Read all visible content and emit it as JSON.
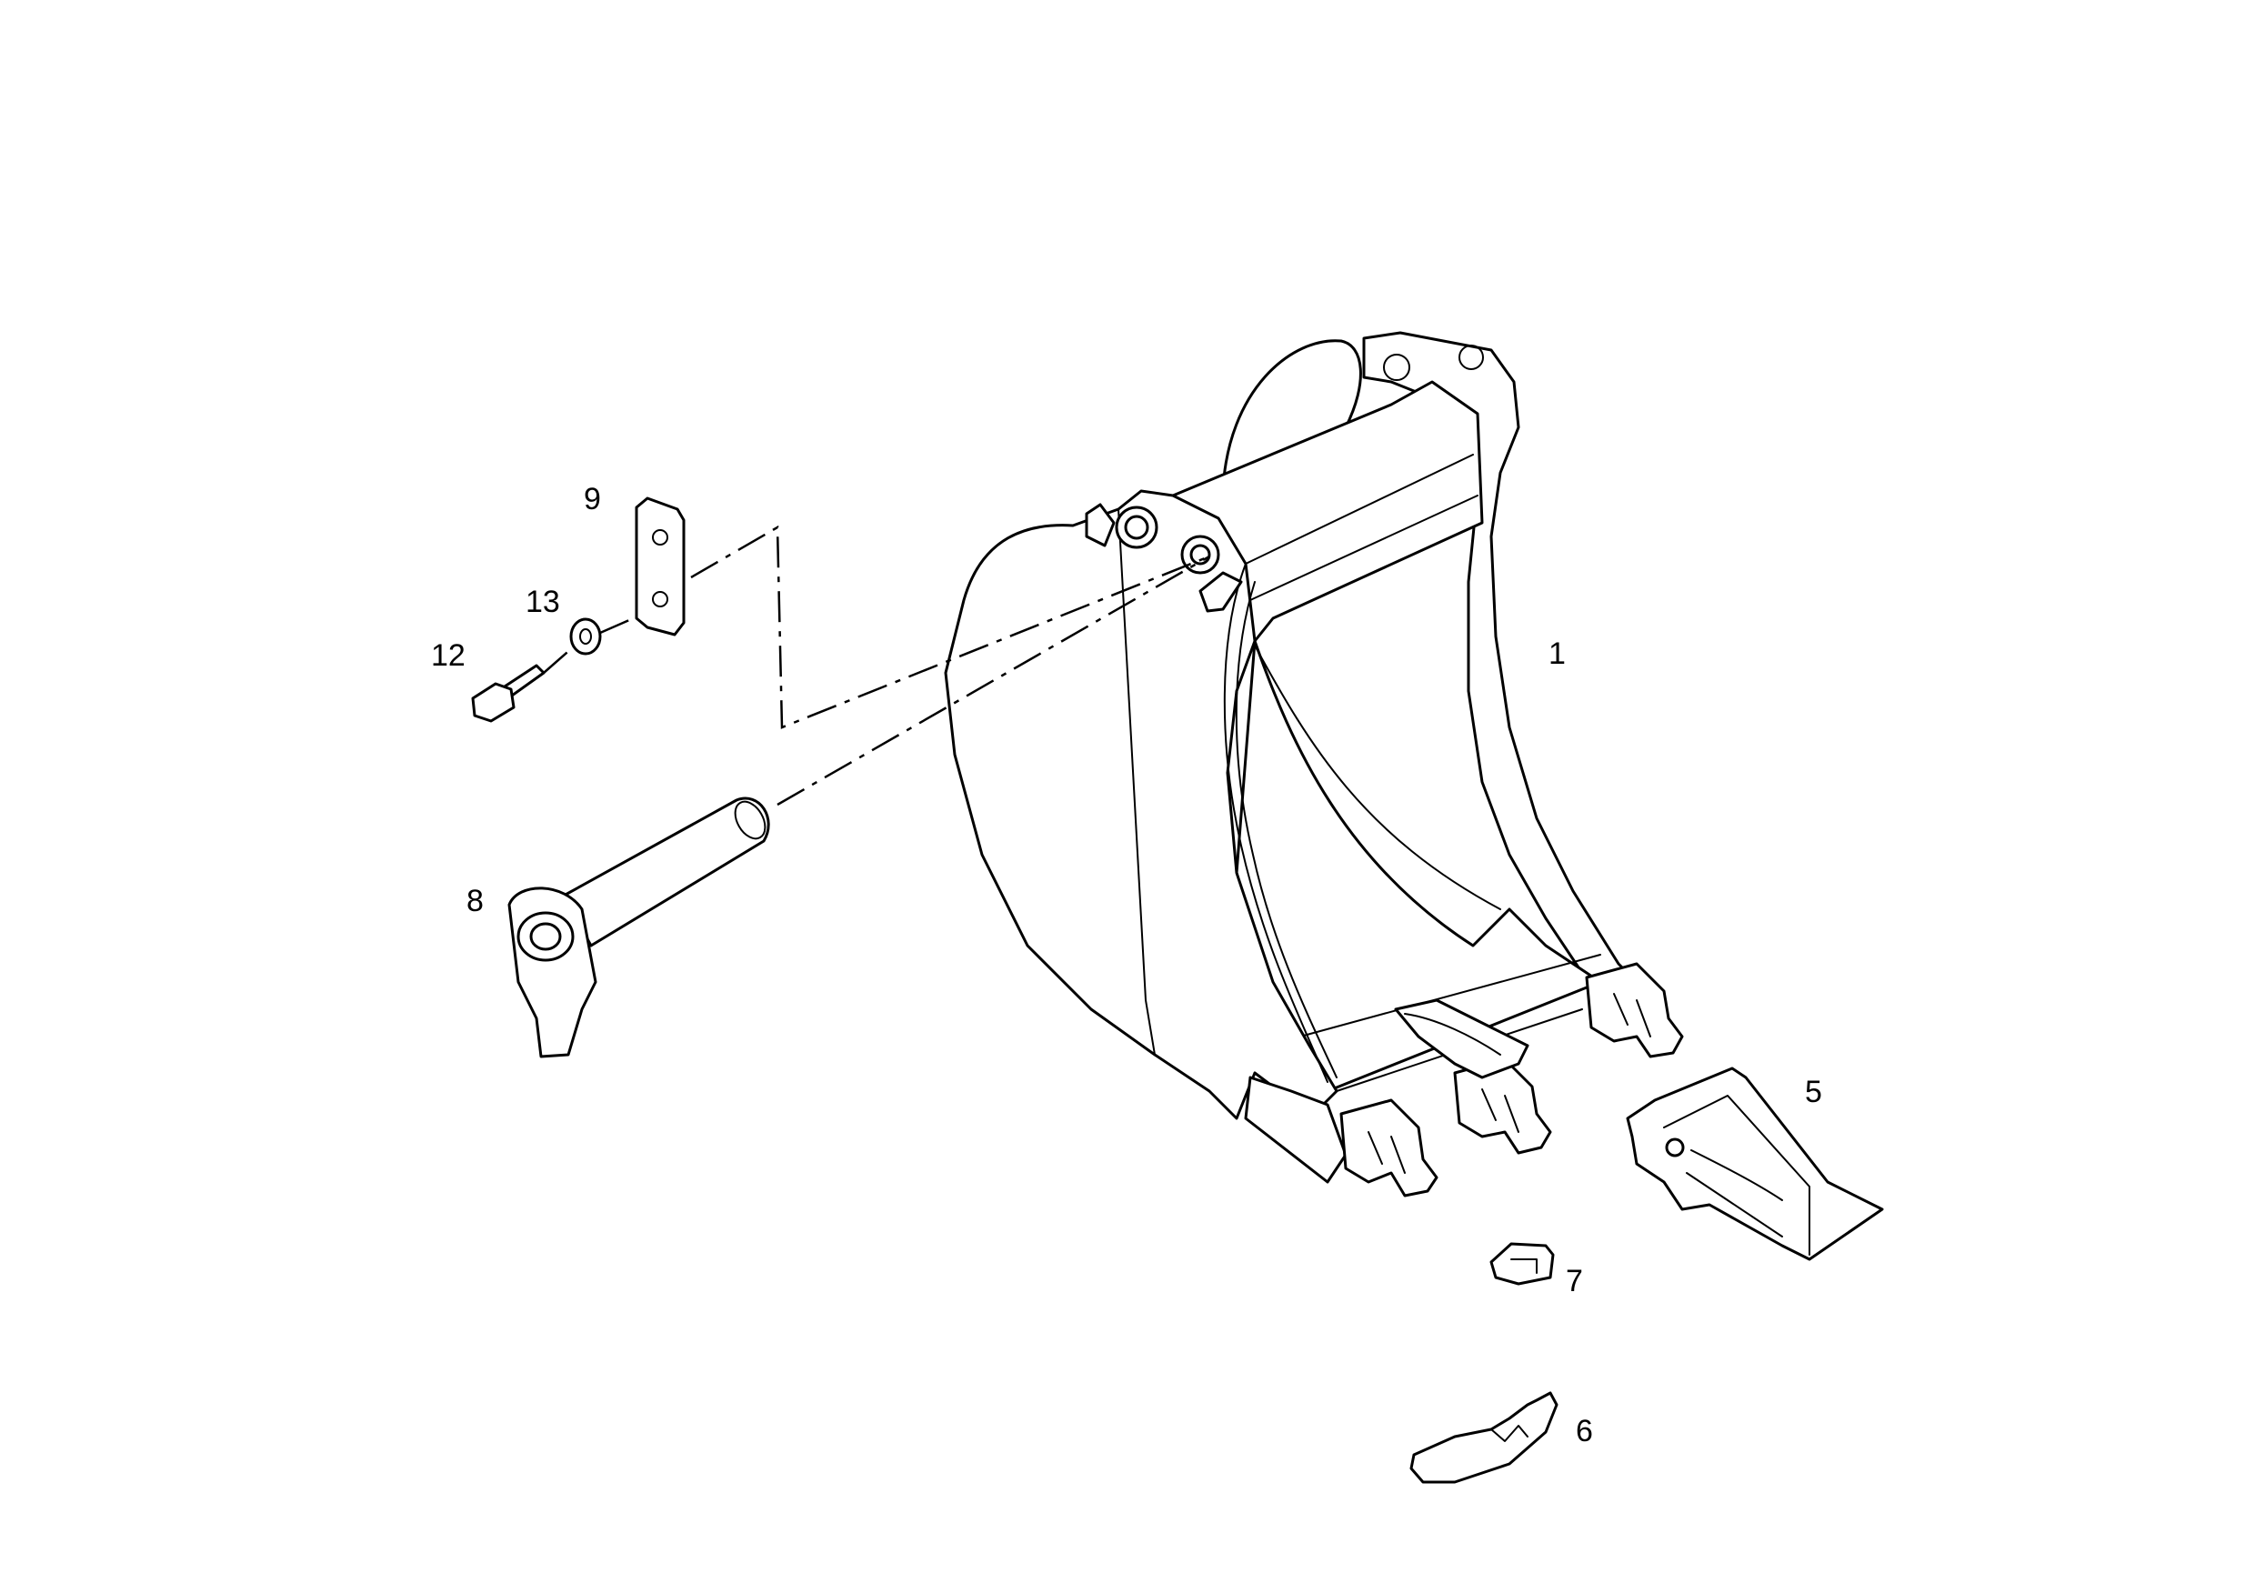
{
  "diagram": {
    "callouts": [
      {
        "id": "part-1",
        "label": "1"
      },
      {
        "id": "part-5",
        "label": "5"
      },
      {
        "id": "part-6",
        "label": "6"
      },
      {
        "id": "part-7",
        "label": "7"
      },
      {
        "id": "part-8",
        "label": "8"
      },
      {
        "id": "part-9",
        "label": "9"
      },
      {
        "id": "part-12",
        "label": "12"
      },
      {
        "id": "part-13",
        "label": "13"
      }
    ]
  }
}
